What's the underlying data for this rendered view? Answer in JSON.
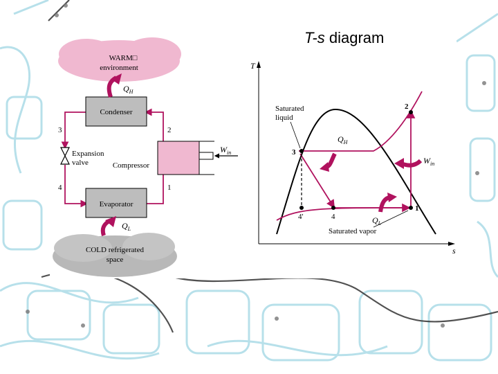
{
  "slide": {
    "title_italic": "T-s",
    "title_rest": " diagram"
  },
  "cycle_schematic": {
    "warm_label_line1": "WARM□",
    "warm_label_line2": "environment",
    "cold_label_line1": "COLD refrigerated",
    "cold_label_line2": "space",
    "condenser": "Condenser",
    "evaporator": "Evaporator",
    "compressor": "Compressor",
    "expansion_line1": "Expansion",
    "expansion_line2": "valve",
    "qh": "Q",
    "qh_sub": "H",
    "ql": "Q",
    "ql_sub": "L",
    "win": "W",
    "win_sub": "in",
    "state_1": "1",
    "state_2": "2",
    "state_3": "3",
    "state_4": "4"
  },
  "ts_diagram": {
    "axis_t": "T",
    "axis_s": "s",
    "sat_liquid_line1": "Saturated",
    "sat_liquid_line2": "liquid",
    "sat_vapor": "Saturated vapor",
    "qh": "Q",
    "qh_sub": "H",
    "ql": "Q",
    "ql_sub": "L",
    "win": "W",
    "win_sub": "in",
    "p1": "1",
    "p2": "2",
    "p3": "3",
    "p4": "4",
    "p4prime": "4'"
  },
  "colors": {
    "accent": "#b0125e",
    "pink_fill": "#f0b8d0",
    "gray_fill": "#b8b8b8",
    "decor": "#8ad0e0"
  }
}
